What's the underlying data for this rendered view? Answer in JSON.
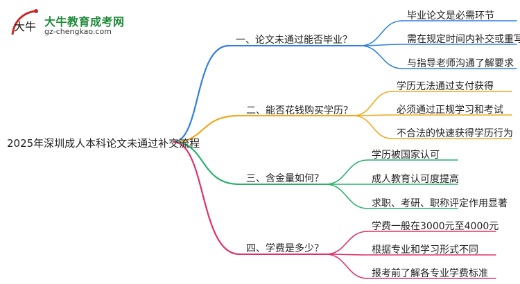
{
  "logo": {
    "title": "大牛教育成考网",
    "url": "gz-chengkao.com",
    "mark_text": "大牛"
  },
  "root": {
    "label": "2025年深圳成人本科论文未通过补交流程"
  },
  "branches": [
    {
      "label": "一、论文未通过能否毕业？",
      "color": "#2f7fe0",
      "leaves": [
        "毕业论文是必需环节",
        "需在规定时间内补交或重写",
        "与指导老师沟通了解要求"
      ]
    },
    {
      "label": "二、能否花钱购买学历？",
      "color": "#f2a81d",
      "leaves": [
        "学历无法通过支付获得",
        "必须通过正规学习和考试",
        "不合法的快速获得学历行为"
      ]
    },
    {
      "label": "三、含金量如何？",
      "color": "#27b06a",
      "leaves": [
        "学历被国家认可",
        "成人教育认可度提高",
        "求职、考研、职称评定作用显著"
      ]
    },
    {
      "label": "四、学费是多少？",
      "color": "#e0306a",
      "leaves": [
        "学费一般在3000元至4000元",
        "根据专业和学习形式不同",
        "报考前了解各专业学费标准"
      ]
    }
  ]
}
